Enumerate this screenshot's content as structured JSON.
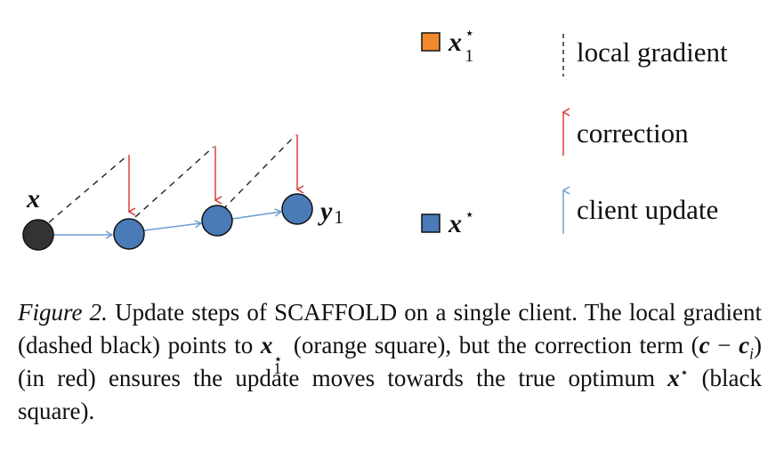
{
  "diagram": {
    "nodes": {
      "start_label": "x",
      "end_label": "y",
      "end_subscript": "1"
    },
    "legend": {
      "x1_star": {
        "symbol": "x",
        "subscript": "1",
        "superscript": "⋆",
        "color": "#f08a2c"
      },
      "x_star": {
        "symbol": "x",
        "superscript": "⋆",
        "color": "#4a7ab8"
      },
      "local_gradient": "local gradient",
      "correction": "correction",
      "client_update": "client update"
    },
    "colors": {
      "gradient": "#222222",
      "correction": "#d9342b",
      "update": "#6a9bd1",
      "start_node": "#333333",
      "client_node": "#4a7ab8"
    }
  },
  "caption": {
    "label": "Figure 2.",
    "part1": " Update steps of SCAFFOLD on a single client.  The local gradient (dashed black) points to ",
    "math1_sym": "x",
    "math1_sub": "1",
    "math1_sup": "⋆",
    "part2": " (orange square), but the correction term (",
    "math2_a": "c",
    "math2_op": " − ",
    "math2_b": "c",
    "math2_b_sub": "i",
    "part3": ") (in red) ensures the update moves towards the true optimum ",
    "math3_sym": "x",
    "math3_sup": "⋆",
    "part4": " (black square)."
  }
}
